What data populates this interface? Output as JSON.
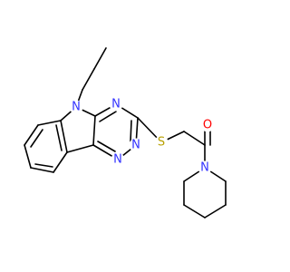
{
  "molecule": {
    "colors": {
      "bond": "#000000",
      "N": "#3333ff",
      "S": "#b8a000",
      "O": "#ff0000"
    },
    "atom_labels": {
      "n_indole": "N",
      "n_triazine_top": "N",
      "n_triazine_low1": "N",
      "n_triazine_low2": "N",
      "s_thioether": "S",
      "o_carbonyl": "O",
      "n_piperidine": "N"
    }
  }
}
